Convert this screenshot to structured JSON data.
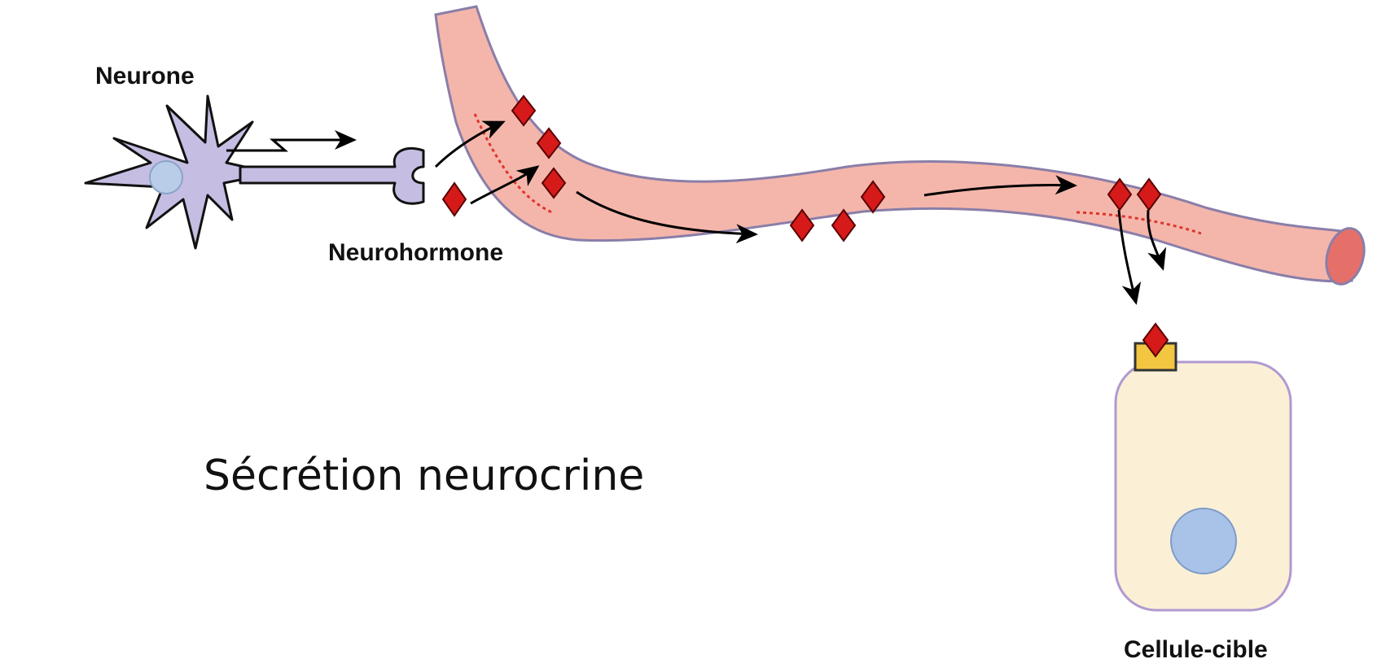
{
  "labels": {
    "neuron": "Neurone",
    "neurohormone": "Neurohormone",
    "target_cell": "Cellule-cible",
    "title": "Sécrétion neurocrine"
  },
  "colors": {
    "neuron_fill": "#c6bde3",
    "neuron_nucleus": "#b9cde8",
    "vessel_fill": "#f4b6ab",
    "vessel_end": "#e5706a",
    "vessel_stroke": "#8a7ea8",
    "hormone_fill": "#d61a1a",
    "hormone_stroke": "#5a0000",
    "receptor_fill": "#f3c641",
    "target_cell_fill": "#fbf0d6",
    "target_cell_stroke": "#b09ad0",
    "target_nucleus": "#a9c2e8",
    "dashed_line": "#e0352b"
  },
  "icons": {
    "neuron": "neuron-cell-icon",
    "hormone": "diamond-hormone-icon",
    "receptor": "receptor-icon",
    "signal": "lightning-arrow-icon"
  }
}
